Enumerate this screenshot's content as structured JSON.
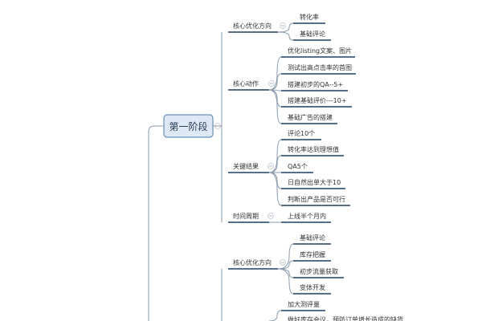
{
  "root": {
    "label": "第一阶段"
  },
  "stage1": {
    "branches": [
      {
        "label": "核心优化方向",
        "children": [
          "转化率",
          "基础评论"
        ]
      },
      {
        "label": "核心动作",
        "children": [
          "优化listing文案、图片",
          "测试出高点击率的首图",
          "搭建初步的QA--5+",
          "搭建基础评价---10+",
          "基础广告的搭建"
        ]
      },
      {
        "label": "关键结果",
        "children": [
          "评论10个",
          "转化率达到理想值",
          "QA5个",
          "日自然出单大于10",
          "判断出产品是否可行"
        ]
      },
      {
        "label": "时间周期",
        "children": [
          "上线半个月内"
        ]
      }
    ]
  },
  "stage2": {
    "branches": [
      {
        "label": "核心优化方向",
        "children": [
          "基础评论",
          "库存把握",
          "初步流量获取",
          "变体开发"
        ]
      },
      {
        "label": "",
        "children": [
          "加大测评量",
          "做好库存会议，预防订单增长造成的缺货"
        ]
      }
    ]
  },
  "colors": {
    "node_fill": "#dce8f4",
    "node_border": "#6a90b8",
    "underline": "#56708c"
  }
}
